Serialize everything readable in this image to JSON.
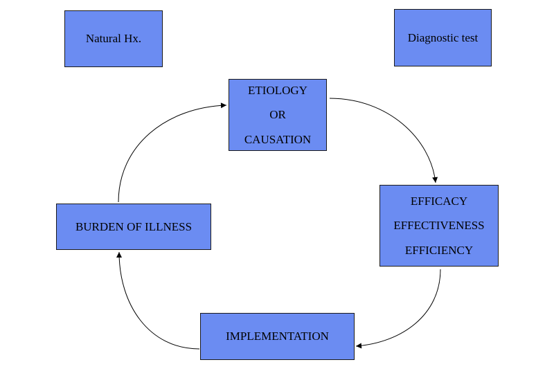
{
  "colors": {
    "box_fill": "#6b8cf2",
    "box_border": "#1a1a1a",
    "arrow": "#000000",
    "background": "#ffffff"
  },
  "nodes": {
    "natural_history": {
      "label": "Natural Hx."
    },
    "diagnostic_test": {
      "label": "Diagnostic test"
    },
    "etiology": {
      "lines": [
        "ETIOLOGY",
        "OR",
        "CAUSATION"
      ]
    },
    "efficacy": {
      "lines": [
        "EFFICACY",
        "EFFECTIVENESS",
        "EFFICIENCY"
      ]
    },
    "burden": {
      "label": "BURDEN OF ILLNESS"
    },
    "implementation": {
      "label": "IMPLEMENTATION"
    }
  },
  "edges": [
    {
      "from": "etiology",
      "to": "efficacy"
    },
    {
      "from": "efficacy",
      "to": "implementation"
    },
    {
      "from": "implementation",
      "to": "burden"
    },
    {
      "from": "burden",
      "to": "etiology"
    }
  ]
}
